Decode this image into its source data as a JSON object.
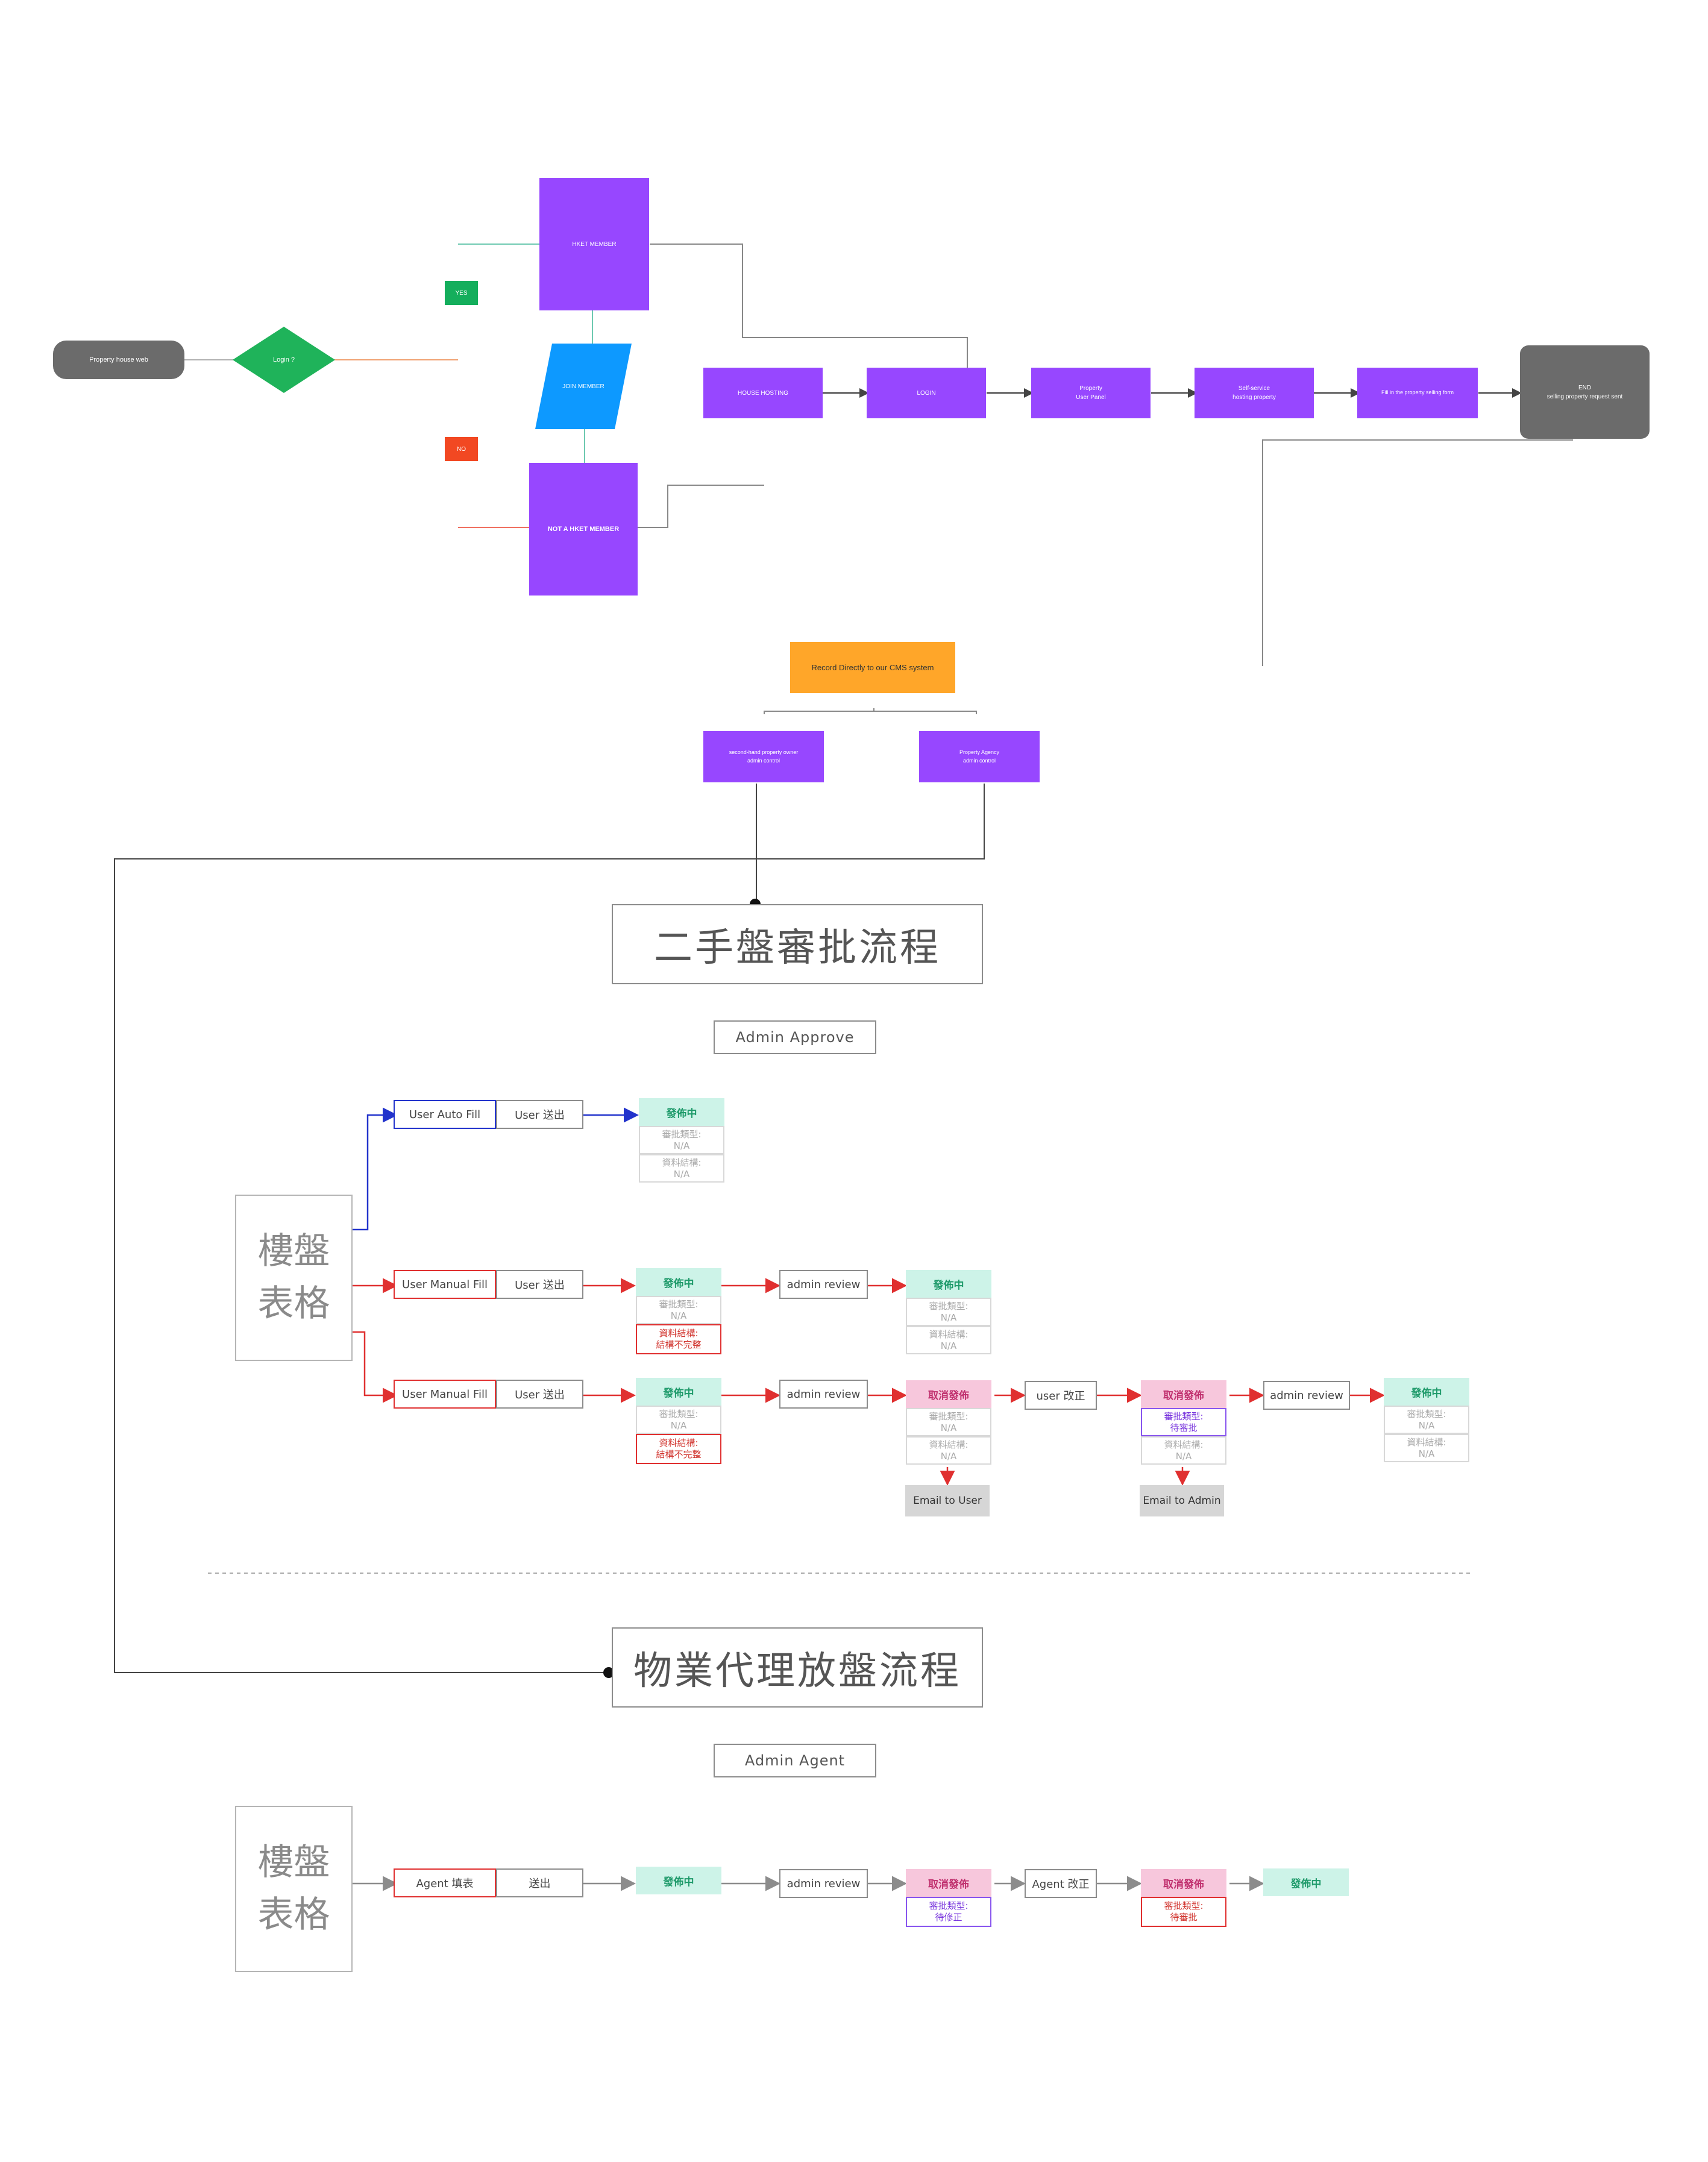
{
  "top_flow": {
    "start": "Property house web",
    "decision": "Login ?",
    "yes": "YES",
    "no": "NO",
    "hket_member": "HKET MEMBER",
    "join_member": "JOIN MEMBER",
    "not_member": "NOT A HKET MEMBER",
    "house_hosting": "HOUSE HOSTING",
    "login": "LOGIN",
    "user_panel": "Property\nUser Panel",
    "self_service": "Self-service\nhosting property",
    "fill_form": "Fill in the property selling form",
    "end": "END\nselling property request sent",
    "record": "Record Directly to our CMS system",
    "owner_control": "second-hand property owner\nadmin control",
    "agency_control": "Property Agency\nadmin control"
  },
  "section1": {
    "title": "二手盤審批流程",
    "subtitle": "Admin Approve",
    "form": "樓盤\n表格",
    "row1": {
      "fill": "User Auto Fill",
      "submit": "User 送出",
      "status": "發佈中",
      "approval": "審批類型:\nN/A",
      "structure": "資料結構:\nN/A"
    },
    "row2": {
      "fill": "User Manual Fill",
      "submit": "User 送出",
      "status": "發佈中",
      "approval": "審批類型:\nN/A",
      "structure": "資料結構:\n結構不完整",
      "review": "admin review",
      "status2": "發佈中",
      "approval2": "審批類型:\nN/A",
      "structure2": "資料結構:\nN/A"
    },
    "row3": {
      "fill": "User Manual Fill",
      "submit": "User 送出",
      "status": "發佈中",
      "approval": "審批類型:\nN/A",
      "structure": "資料結構:\n結構不完整",
      "review": "admin review",
      "cancel1": "取消發佈",
      "approval2": "審批類型:\nN/A",
      "structure2": "資料結構:\nN/A",
      "email_user": "Email to User",
      "user_fix": "user 改正",
      "cancel2": "取消發佈",
      "approval3": "審批類型:\n待審批",
      "structure3": "資料結構:\nN/A",
      "email_admin": "Email to Admin",
      "review2": "admin review",
      "status_final": "發佈中",
      "approval4": "審批類型:\nN/A",
      "structure4": "資料結構:\nN/A"
    }
  },
  "section2": {
    "title": "物業代理放盤流程",
    "subtitle": "Admin Agent",
    "form": "樓盤\n表格",
    "fill": "Agent 填表",
    "submit": "送出",
    "status": "發佈中",
    "review": "admin review",
    "cancel1": "取消發佈",
    "approval1": "審批類型:\n待修正",
    "agent_fix": "Agent 改正",
    "cancel2": "取消發佈",
    "approval2": "審批類型:\n待審批",
    "status_final": "發佈中"
  },
  "colors": {
    "purple": "#9747ff",
    "green_diamond": "#1fb35a",
    "blue_parallelogram": "#0d99ff",
    "orange": "#ffa629",
    "grey": "#6b6b6b",
    "yes_tag": "#14ae5c",
    "no_tag": "#f24822",
    "published_bg": "#cdf3e8",
    "cancel_bg": "#f7c7dc"
  }
}
